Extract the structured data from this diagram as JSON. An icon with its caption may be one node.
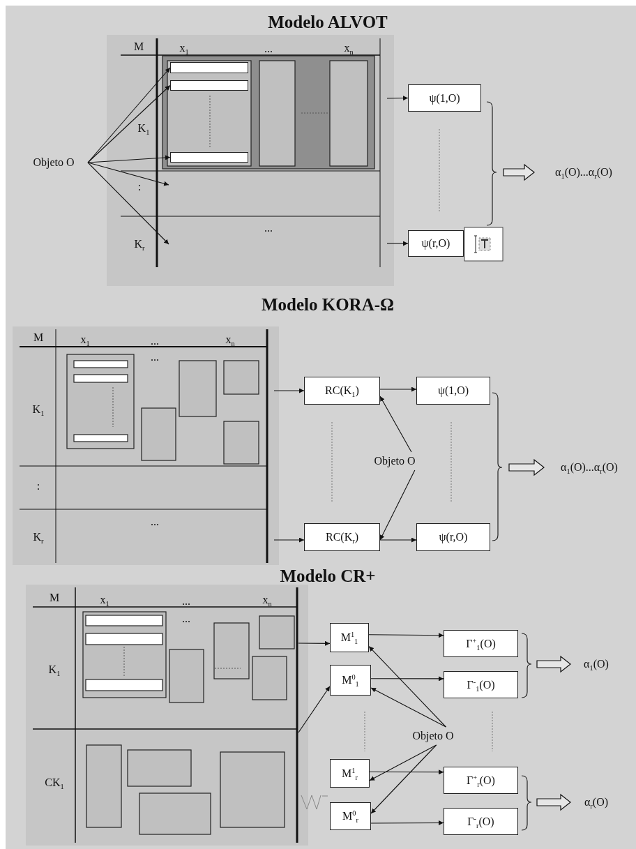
{
  "diagram": {
    "nodes": [
      {
        "text": [
          "Objeto O"
        ]
      },
      {
        "text": [],
        "shape": "box"
      },
      {
        "text": [],
        "shape": "box"
      },
      {
        "text": [],
        "shape": "box"
      },
      {
        "text": [
          "ψ(1,O)"
        ]
      },
      {
        "text": [
          "ψ(r,O)"
        ]
      },
      {
        "text": [
          "α$_{1}$(O)...α$_{r}$(O)"
        ]
      },
      {
        "text": [
          "RC(K$_{1}$)"
        ]
      },
      {
        "text": [
          "ψ(1,O)"
        ]
      },
      {
        "text": [
          "Objeto O"
        ]
      },
      {
        "text": [
          "RC(K$_{r}$)"
        ]
      },
      {
        "text": [
          "ψ(r,O)"
        ]
      },
      {
        "text": [
          "α$_{1}$(O)...α$_{r}$(O)"
        ]
      },
      {
        "text": [
          "M$^{1}$$_{1}$"
        ]
      },
      {
        "text": [
          "M$^{0}$$_{1}$"
        ]
      },
      {
        "text": [
          "M$^{1}$$_{r}$"
        ]
      },
      {
        "text": [
          "M$^{0}$$_{r}$"
        ]
      },
      {
        "text": [
          "Γ$^{+}$$_{1}$(O)"
        ]
      },
      {
        "text": [
          "Γ$^{-}$$_{1}$(O)"
        ]
      },
      {
        "text": [
          "Γ$^{+}$$_{r}$(O)"
        ]
      },
      {
        "text": [
          "Γ$^{-}$$_{r}$(O)"
        ]
      },
      {
        "text": [
          "Objeto O"
        ]
      },
      {
        "text": [
          "α$_{1}$(O)"
        ]
      },
      {
        "text": [
          "α$_{r}$(O)"
        ]
      }
    ],
    "edges": [
      {
        "from": 0,
        "to": 1,
        "arrow": "to"
      },
      {
        "from": 0,
        "to": 2,
        "arrow": "to"
      },
      {
        "from": 0,
        "to": 3,
        "arrow": "to"
      },
      {
        "from": 0,
        "to": null,
        "arrow": "to"
      },
      {
        "from": 0,
        "to": null,
        "arrow": "to"
      },
      {
        "from": null,
        "to": 4,
        "arrow": "to"
      },
      {
        "from": null,
        "to": 5,
        "arrow": "to"
      },
      {
        "from": null,
        "to": 6,
        "arrow": "to"
      },
      {
        "from": null,
        "to": 7,
        "arrow": "to"
      },
      {
        "from": 7,
        "to": 8,
        "arrow": "to"
      },
      {
        "from": 9,
        "to": 7,
        "arrow": "to"
      },
      {
        "from": 9,
        "to": 10,
        "arrow": "to"
      },
      {
        "from": null,
        "to": 10,
        "arrow": "to"
      },
      {
        "from": 10,
        "to": 11,
        "arrow": "to"
      },
      {
        "from": null,
        "to": 12,
        "arrow": "to"
      },
      {
        "from": null,
        "to": 13,
        "arrow": "to"
      },
      {
        "from": null,
        "to": 14,
        "arrow": "to"
      },
      {
        "from": 13,
        "to": 17,
        "arrow": "to"
      },
      {
        "from": 14,
        "to": 18,
        "arrow": "to"
      },
      {
        "from": 15,
        "to": 19,
        "arrow": "to"
      },
      {
        "from": 16,
        "to": 20,
        "arrow": "to"
      },
      {
        "from": 21,
        "to": 13,
        "arrow": "to"
      },
      {
        "from": 21,
        "to": 14,
        "arrow": "to"
      },
      {
        "from": 21,
        "to": 15,
        "arrow": "to"
      },
      {
        "from": 21,
        "to": 16,
        "arrow": "to"
      },
      {
        "from": null,
        "to": 22,
        "arrow": "to"
      },
      {
        "from": null,
        "to": 23,
        "arrow": "to"
      }
    ],
    "labels": [
      "Modelo ALVOT",
      "M",
      "x$_{1}$",
      "...",
      "x$_{n}$",
      "K$_{1}$",
      ":",
      "...",
      "K$_{r}$",
      "Modelo KORA-Ω",
      "M",
      "x$_{1}$",
      "...",
      "x$_{n}$",
      "...",
      "K$_{1}$",
      ":",
      "...",
      "K$_{r}$",
      "Modelo CR+",
      "M",
      "x$_{1}$",
      "...",
      "x$_{n}$",
      "...",
      "K$_{1}$",
      "CK$_{1}$"
    ]
  }
}
